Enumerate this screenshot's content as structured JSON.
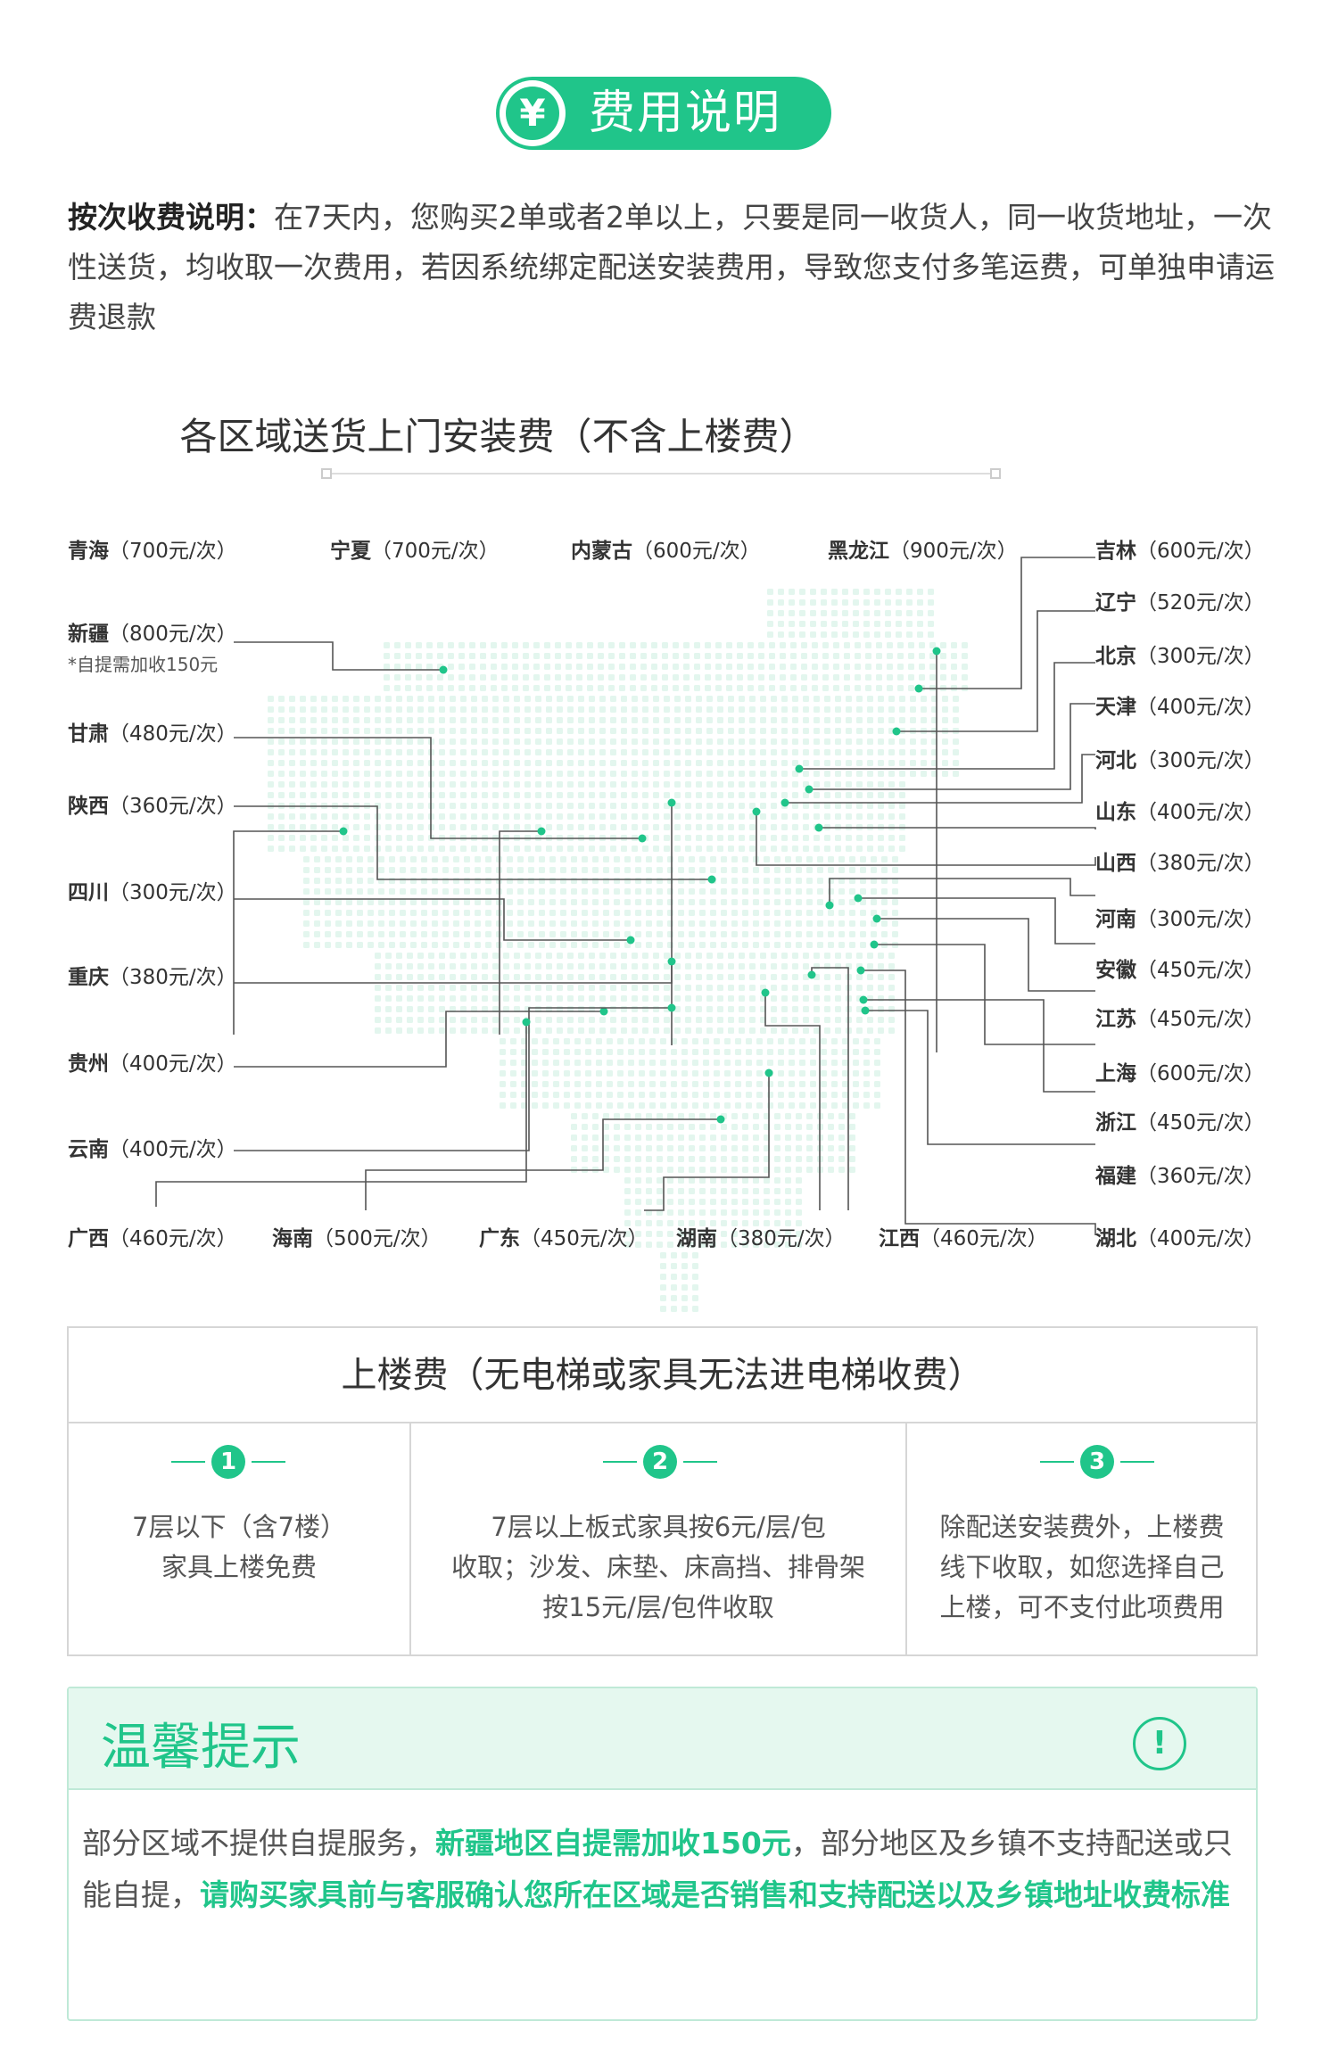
{
  "header": {
    "icon": "yen-icon",
    "icon_glyph": "¥",
    "title": "费用说明",
    "accent_color": "#20c58a"
  },
  "intro": {
    "label": "按次收费说明：",
    "text": "在7天内，您购买2单或者2单以上，只要是同一收货人，同一收货地址，一次性送货，均收取一次费用，若因系统绑定配送安装费用，导致您支付多笔运费，可单独申请运费退款"
  },
  "map": {
    "title": "各区域送货上门安装费（不含上楼费）",
    "regions": [
      {
        "name": "青海",
        "fee": "（700元/次）"
      },
      {
        "name": "宁夏",
        "fee": "（700元/次）"
      },
      {
        "name": "内蒙古",
        "fee": "（600元/次）"
      },
      {
        "name": "黑龙江",
        "fee": "（900元/次）"
      },
      {
        "name": "吉林",
        "fee": "（600元/次）"
      },
      {
        "name": "新疆",
        "fee": "（800元/次）",
        "note": "*自提需加收150元"
      },
      {
        "name": "辽宁",
        "fee": "（520元/次）"
      },
      {
        "name": "北京",
        "fee": "（300元/次）"
      },
      {
        "name": "甘肃",
        "fee": "（480元/次）"
      },
      {
        "name": "天津",
        "fee": "（400元/次）"
      },
      {
        "name": "河北",
        "fee": "（300元/次）"
      },
      {
        "name": "陕西",
        "fee": "（360元/次）"
      },
      {
        "name": "山东",
        "fee": "（400元/次）"
      },
      {
        "name": "山西",
        "fee": "（380元/次）"
      },
      {
        "name": "四川",
        "fee": "（300元/次）"
      },
      {
        "name": "河南",
        "fee": "（300元/次）"
      },
      {
        "name": "安徽",
        "fee": "（450元/次）"
      },
      {
        "name": "重庆",
        "fee": "（380元/次）"
      },
      {
        "name": "江苏",
        "fee": "（450元/次）"
      },
      {
        "name": "贵州",
        "fee": "（400元/次）"
      },
      {
        "name": "上海",
        "fee": "（600元/次）"
      },
      {
        "name": "浙江",
        "fee": "（450元/次）"
      },
      {
        "name": "云南",
        "fee": "（400元/次）"
      },
      {
        "name": "福建",
        "fee": "（360元/次）"
      },
      {
        "name": "广西",
        "fee": "（460元/次）"
      },
      {
        "name": "海南",
        "fee": "（500元/次）"
      },
      {
        "name": "广东",
        "fee": "（450元/次）"
      },
      {
        "name": "湖南",
        "fee": "（380元/次）"
      },
      {
        "name": "江西",
        "fee": "（460元/次）"
      },
      {
        "name": "湖北",
        "fee": "（400元/次）"
      }
    ]
  },
  "stairs": {
    "title": "上楼费（无电梯或家具无法进电梯收费）",
    "steps": [
      {
        "num": "1",
        "lines": [
          "7层以下（含7楼）",
          "家具上楼免费"
        ]
      },
      {
        "num": "2",
        "lines": [
          "7层以上板式家具按6元/层/包",
          "收取；沙发、床垫、床高挡、排骨架",
          "按15元/层/包件收取"
        ]
      },
      {
        "num": "3",
        "lines": [
          "除配送安装费外，上楼费",
          "线下收取，如您选择自己",
          "上楼，可不支付此项费用"
        ]
      }
    ]
  },
  "tips": {
    "title": "温馨提示",
    "icon": "exclamation-icon",
    "icon_glyph": "!",
    "text_1": "部分区域不提供自提服务，",
    "highlight_1": "新疆地区自提需加收150元",
    "text_2": "，部分地区及乡镇不支持配送或只能自提，",
    "highlight_2": "请购买家具前与客服确认您所在区域是否销售和支持配送以及乡镇地址收费标准"
  }
}
